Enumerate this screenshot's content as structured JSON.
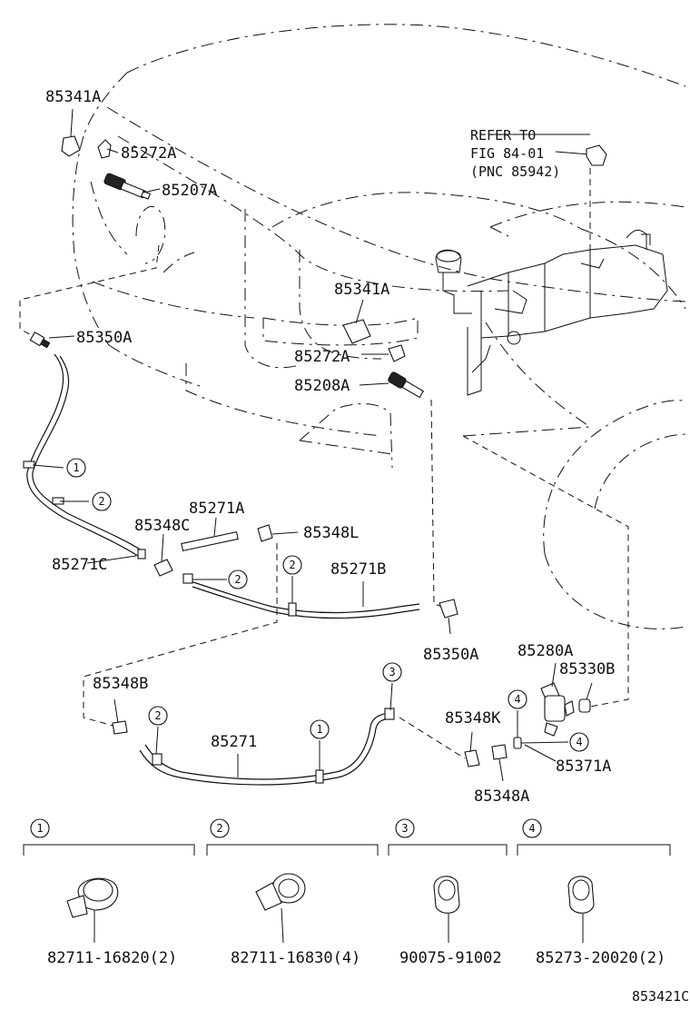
{
  "labels": {
    "p85341A_top": "85341A",
    "p85272A_top": "85272A",
    "p85207A": "85207A",
    "p85350A_left": "85350A",
    "p85341A_mid": "85341A",
    "p85272A_mid": "85272A",
    "p85208A": "85208A",
    "p85271A": "85271A",
    "p85348C": "85348C",
    "p85348L": "85348L",
    "p85271C": "85271C",
    "p85271B": "85271B",
    "p85350A_right": "85350A",
    "p85280A": "85280A",
    "p85330B": "85330B",
    "p85348B": "85348B",
    "p85271": "85271",
    "p85348K": "85348K",
    "p85371A": "85371A",
    "p85348A": "85348A"
  },
  "refer": {
    "line1": "REFER TO",
    "line2": "FIG 84-01",
    "line3": "(PNC 85942)"
  },
  "callouts": {
    "c1": "1",
    "c2": "2",
    "c3": "3",
    "c4": "4"
  },
  "legend": [
    {
      "number": "1",
      "part": "82711-16820(2)"
    },
    {
      "number": "2",
      "part": "82711-16830(4)"
    },
    {
      "number": "3",
      "part": "90075-91002"
    },
    {
      "number": "4",
      "part": "85273-20020(2)"
    }
  ],
  "figure_id": "853421C"
}
